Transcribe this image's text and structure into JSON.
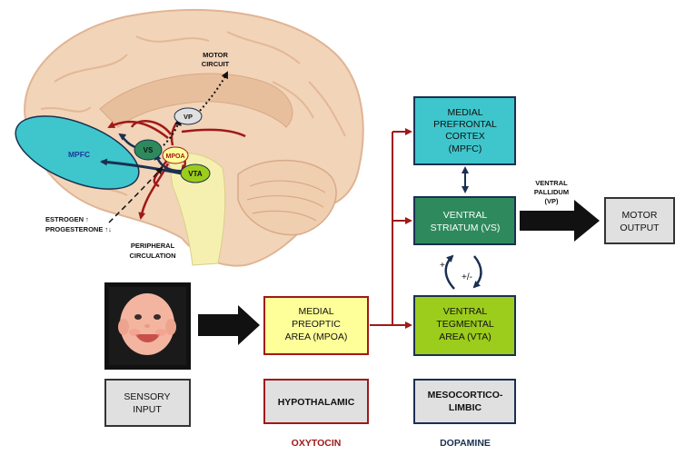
{
  "brain": {
    "labels": {
      "motor_circuit_1": "MOTOR",
      "motor_circuit_2": "CIRCUIT",
      "vp": "VP",
      "mpfc": "MPFC",
      "vs": "VS",
      "mpoa": "MPOA",
      "vta": "VTA",
      "estrogen": "ESTROGEN ↑",
      "progesterone": "PROGESTERONE ↑↓",
      "peripheral_1": "PERIPHERAL",
      "peripheral_2": "CIRCULATION"
    }
  },
  "boxes": {
    "mpfc": [
      "MEDIAL",
      "PREFRONTAL",
      "CORTEX",
      "(MPFC)"
    ],
    "vs": [
      "VENTRAL",
      "STRIATUM (VS)"
    ],
    "vta": [
      "VENTRAL",
      "TEGMENTAL",
      "AREA (VTA)"
    ],
    "mpoa": [
      "MEDIAL",
      "PREOPTIC",
      "AREA (MPOA)"
    ],
    "motor": [
      "MOTOR",
      "OUTPUT"
    ],
    "sensory": [
      "SENSORY",
      "INPUT"
    ],
    "hypothalamic": "HYPOTHALAMIC",
    "mesocorticolimbic": [
      "MESOCORTICO-",
      "LIMBIC"
    ]
  },
  "ventral_pallidum": [
    "VENTRAL",
    "PALLIDUM",
    "(VP)"
  ],
  "loop": {
    "plus": "+",
    "plusminus": "+/-"
  },
  "footer": {
    "oxytocin": "OXYTOCIN",
    "dopamine": "DOPAMINE"
  },
  "colors": {
    "mpfc": "#3ec6cc",
    "vs": "#2e8a5c",
    "vta": "#9ccc1c",
    "mpoa": "#ffff99",
    "gray": "#e0e0e0",
    "red": "#a01818",
    "navy": "#1a3050",
    "brain_skin": "#f2d4b8",
    "brainstem": "#f6f0b0"
  }
}
